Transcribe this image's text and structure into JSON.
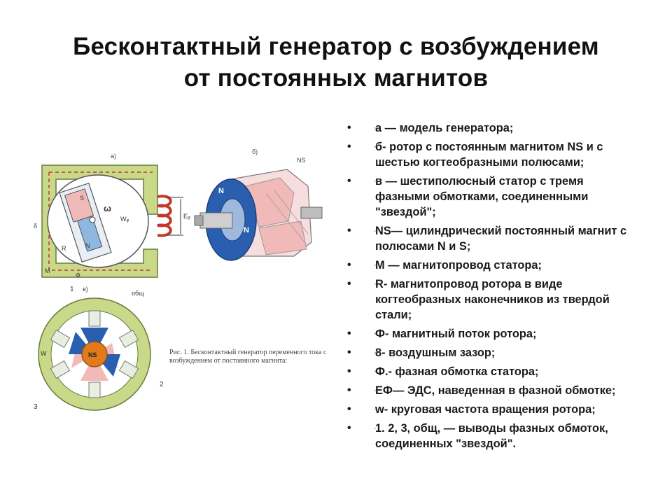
{
  "title": {
    "line1": "Бесконтактный генератор с возбуждением",
    "line2": "от постоянных магнитов"
  },
  "bullets": [
    "а — модель генератора;",
    "б- ротор с  постоянным магнитом NS и с шестью когтеобразными полюсами;",
    "в — шестиполюсный статор с тремя фазными обмотками, соединенными \"звездой\";",
    "NS— цилиндрический постоянный магнит с полюсами N и S;",
    "М — магнитопровод статора;",
    "R- магнитопровод ротора в виде когтеобразных наконечников из твердой стали;",
    "Ф- магнитный поток ротора;",
    "8- воздушным зазор;",
    "Ф.- фазная обмотка статора;",
    "ЕФ— ЭДС, наведенная в фазной обмотке;",
    "w- круговая частота вращения ротора;",
    "1. 2, 3, общ, — выводы фазных обмоток, соединенных \"звездой\"."
  ],
  "figure": {
    "label_a": "а)",
    "label_b": "б)",
    "label_v": "в)",
    "label_ns_top": "NS",
    "label_omega": "ω",
    "label_w": "Wᵩ",
    "label_e": "Eᵩ",
    "label_m": "М",
    "label_phi": "Ф",
    "label_delta": "δ",
    "label_r": "R",
    "label_s": "S",
    "label_n": "N",
    "label_1": "1",
    "label_2": "2",
    "label_3": "3",
    "label_obsch": "общ",
    "label_ns_center": "NS",
    "label_w_left": "W",
    "caption": "Рис. 1. Бесконтактный генератор переменного тока с возбуждением от постоянного магнита:"
  },
  "colors": {
    "stator_green": "#c9d98a",
    "pole_blue": "#2a5fb0",
    "magnet_orange": "#e07a1a",
    "coil_red": "#c0392b",
    "pole_pink": "#f2b9b9"
  }
}
